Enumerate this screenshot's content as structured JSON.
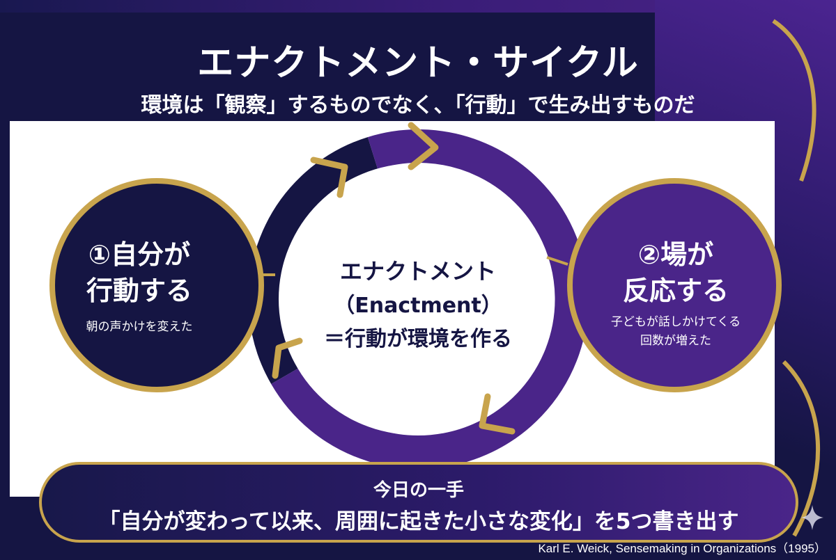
{
  "header": {
    "title": "エナクトメント・サイクル",
    "subtitle": "環境は「観察」するものでなく、「行動」で生み出すものだ"
  },
  "left_node": {
    "title_line1": "①自分が",
    "title_line2": "行動する",
    "description": "朝の声かけを変えた"
  },
  "right_node": {
    "title_line1": "②場が",
    "title_line2": "反応する",
    "description_line1": "子どもが話しかけてくる",
    "description_line2": "回数が増えた"
  },
  "center": {
    "line1": "エナクトメント",
    "line2": "（Enactment）",
    "line3": "＝行動が環境を作る"
  },
  "action": {
    "title": "今日の一手",
    "text": "「自分が変わって以来、周囲に起きた小さな変化」を5つ書き出す"
  },
  "citation": "Karl E. Weick, Sensemaking in Organizations（1995）",
  "icons": {
    "arrow": "arrow-icon",
    "sparkle": "sparkle-icon"
  },
  "colors": {
    "navy": "#151543",
    "purple": "#4a2589",
    "gold": "#c8a44d",
    "white": "#ffffff"
  }
}
